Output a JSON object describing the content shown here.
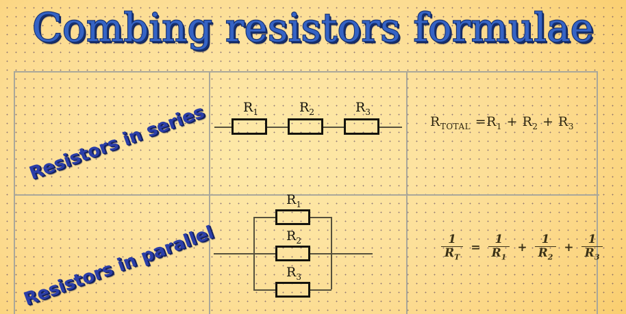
{
  "title": "Combing resistors formulae",
  "theme": {
    "title_fill": "#3563c4",
    "title_outline": "#16306f",
    "label_color": "#2b3ea8",
    "grid_line": "#a9a79a",
    "wire_color": "#55503c",
    "resistor_border": "#14130d",
    "background_light": "#fde9a8",
    "background_dark": "#f5c04c"
  },
  "rows": [
    {
      "id": "series",
      "label": "Resistors in series",
      "circuit": {
        "type": "series",
        "resistors": [
          {
            "label": "R",
            "sub": "1"
          },
          {
            "label": "R",
            "sub": "2"
          },
          {
            "label": "R",
            "sub": "3"
          }
        ]
      },
      "formula": {
        "lhs": "R",
        "lhs_sub": "TOTAL",
        "equals": "=",
        "terms": [
          {
            "label": "R",
            "sub": "1"
          },
          {
            "label": "R",
            "sub": "2"
          },
          {
            "label": "R",
            "sub": "3"
          }
        ],
        "operator": "+",
        "plain": "R_TOTAL = R1 + R2 + R3"
      }
    },
    {
      "id": "parallel",
      "label": "Resistors in parallel",
      "circuit": {
        "type": "parallel",
        "resistors": [
          {
            "label": "R",
            "sub": "1"
          },
          {
            "label": "R",
            "sub": "2"
          },
          {
            "label": "R",
            "sub": "3"
          }
        ]
      },
      "formula": {
        "numerator": "1",
        "lhs_den": "R",
        "lhs_den_sub": "T",
        "equals": "=",
        "operator": "+",
        "terms": [
          {
            "den": "R",
            "sub": "1"
          },
          {
            "den": "R",
            "sub": "2"
          },
          {
            "den": "R",
            "sub": "3"
          }
        ],
        "plain": "1/R_T = 1/R1 + 1/R2 + 1/R3"
      }
    }
  ]
}
